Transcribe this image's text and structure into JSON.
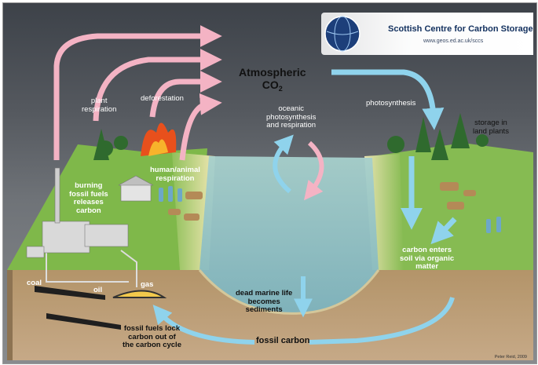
{
  "header": {
    "title": "Scottish Centre for Carbon Storage",
    "url": "www.geos.ed.ac.uk/sccs"
  },
  "labels": {
    "atmospheric": "Atmospheric",
    "co2_base": "CO",
    "co2_sub": "2",
    "plant_respiration": "plant\nrespiration",
    "deforestation": "deforestation",
    "oceanic": "oceanic\nphotosynthesis\nand respiration",
    "photosynthesis": "photosynthesis",
    "storage_land": "storage in\nland plants",
    "burning": "burning\nfossil fuels\nreleases\ncarbon",
    "human_animal": "human/animal\nrespiration",
    "soil": "carbon enters\nsoil via organic\nmatter",
    "coal": "coal",
    "oil": "oil",
    "gas": "gas",
    "dead_marine": "dead marine life\nbecomes\nsediments",
    "fossil_lock": "fossil fuels lock\ncarbon out of\nthe carbon cycle",
    "fossil_carbon": "fossil carbon"
  },
  "credit": "Peter Reid, 2009",
  "colors": {
    "emission_arrow": "#f4b3c4",
    "uptake_arrow": "#8fd3ec",
    "grass": "#7fb84a",
    "water": "#9fc9c8",
    "soil": "#b99a72",
    "logo_text": "#12305e"
  }
}
